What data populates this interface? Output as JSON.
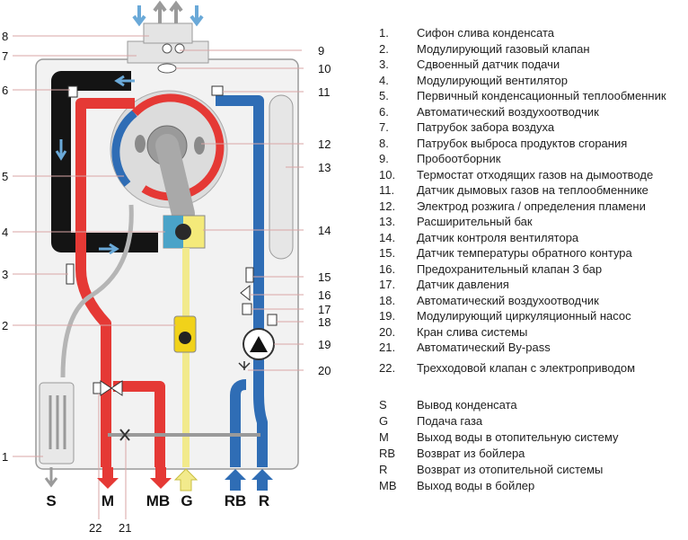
{
  "callouts_left": [
    "8",
    "7",
    "6",
    "5",
    "4",
    "3",
    "2",
    "1"
  ],
  "callouts_right": [
    "9",
    "10",
    "11",
    "12",
    "13",
    "14",
    "15",
    "16",
    "17",
    "18",
    "19",
    "20"
  ],
  "callouts_bottom": [
    "22",
    "21"
  ],
  "port_labels": [
    "S",
    "M",
    "MB",
    "G",
    "RB",
    "R"
  ],
  "legend": [
    {
      "num": "1.",
      "text": "Сифон слива конденсата"
    },
    {
      "num": "2.",
      "text": "Модулирующий газовый клапан"
    },
    {
      "num": "3.",
      "text": "Сдвоенный датчик подачи"
    },
    {
      "num": "4.",
      "text": "Модулирующий вентилятор"
    },
    {
      "num": "5.",
      "text": "Первичный конденсационный теплообменник"
    },
    {
      "num": "6.",
      "text": "Автоматический воздухоотводчик"
    },
    {
      "num": "7.",
      "text": "Патрубок забора воздуха"
    },
    {
      "num": "8.",
      "text": "Патрубок выброса продуктов сгорания"
    },
    {
      "num": "9.",
      "text": "Пробоотборник"
    },
    {
      "num": "10.",
      "text": "Термостат отходящих газов на дымоотводе"
    },
    {
      "num": "11.",
      "text": "Датчик дымовых газов на теплообменнике"
    },
    {
      "num": "12.",
      "text": "Электрод розжига / определения пламени"
    },
    {
      "num": "13.",
      "text": "Расширительный бак"
    },
    {
      "num": "14.",
      "text": "Датчик контроля вентилятора"
    },
    {
      "num": "15.",
      "text": "Датчик температуры обратного контура"
    },
    {
      "num": "16.",
      "text": "Предохранительный клапан 3 бар"
    },
    {
      "num": "17.",
      "text": "Датчик давления"
    },
    {
      "num": "18.",
      "text": "Автоматический воздухоотводчик"
    },
    {
      "num": "19.",
      "text": "Модулирующий циркуляционный насос"
    },
    {
      "num": "20.",
      "text": "Кран слива системы"
    },
    {
      "num": "21.",
      "text": "Автоматический By-pass"
    },
    {
      "num": "22.",
      "text": "Трехходовой клапан с электроприводом"
    }
  ],
  "legend_ports": [
    {
      "code": "S",
      "text": "Вывод конденсата"
    },
    {
      "code": "G",
      "text": "Подача газа"
    },
    {
      "code": "M",
      "text": "Выход воды в отопительную систему"
    },
    {
      "code": "RB",
      "text": "Возврат из бойлера"
    },
    {
      "code": "R",
      "text": "Возврат из отопительной системы"
    },
    {
      "code": "MB",
      "text": "Выход воды в бойлер"
    }
  ],
  "colors": {
    "hot": "#e53935",
    "cold": "#2f6db5",
    "flue": "#141414",
    "gas": "#f2ea8c",
    "casing": "#f2f2f2",
    "leader": "#d9a6a6"
  }
}
